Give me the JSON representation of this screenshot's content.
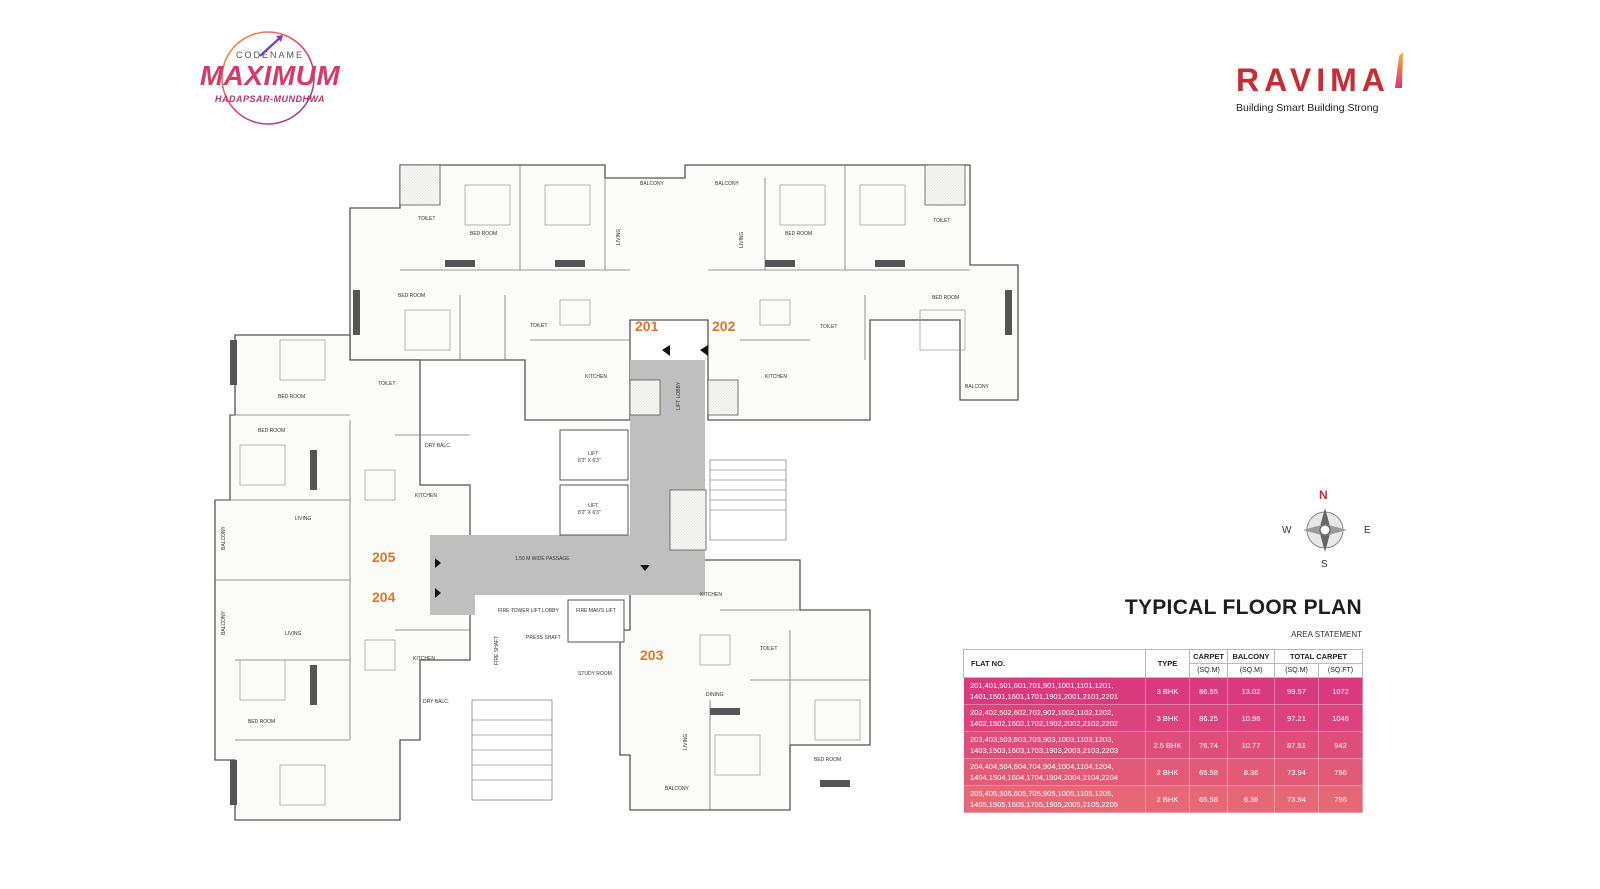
{
  "project_logo": {
    "codename": "CODENAME",
    "name": "MAXIMUM",
    "locality": "HADAPSAR-MUNDHWA",
    "colors": {
      "primary": "#d63a6b",
      "secondary": "#8a3bb0"
    }
  },
  "brand_logo": {
    "name": "RAVIMA",
    "tagline": "Building Smart Building Strong",
    "color": "#c62e35"
  },
  "floor_plan": {
    "flats": [
      "201",
      "202",
      "203",
      "204",
      "205"
    ],
    "passage_label": "1.50 M WIDE PASSAGE",
    "core": {
      "lift_label": "LIFT",
      "lift_size": "8'2\" X 6'3\"",
      "lift_lobby": "LIFT LOBBY",
      "fire_tower_lobby": "FIRE TOWER LIFT LOBBY",
      "fire_mans_lift": "FIRE MAN'S LIFT",
      "press_shaft": "PRESS SHAFT",
      "fire_shaft": "FIRE SHAFT"
    },
    "room_labels": {
      "bed_room": "BED ROOM",
      "toilet": "TOILET",
      "kitchen": "KITCHEN",
      "dining": "DINING",
      "living": "LIVING",
      "balcony": "BALCONY",
      "dry_balc": "DRY BALC.",
      "study_room": "STUDY ROOM",
      "dry_balcony": "DRY BALC"
    }
  },
  "compass": {
    "n": "N",
    "e": "E",
    "s": "S",
    "w": "W"
  },
  "title": "TYPICAL FLOOR PLAN",
  "area_statement": {
    "caption": "AREA STATEMENT",
    "headers": {
      "flat_no": "FLAT NO.",
      "type": "TYPE",
      "carpet": "CARPET",
      "balcony": "BALCONY",
      "total_carpet": "TOTAL CARPET",
      "unit_sqm": "(SQ.M)",
      "unit_sqft": "(SQ.FT)"
    },
    "rows": [
      {
        "flats_line1": "201,401,501,601,701,901,1001,1101,1201,",
        "flats_line2": "1401,1501,1601,1701,1901,2001,2101,2201",
        "type": "3 BHK",
        "carpet": "86.55",
        "balcony": "13.02",
        "total_sqm": "99.57",
        "total_sqft": "1072"
      },
      {
        "flats_line1": "202,402,502,602,702,902,1002,1102,1202,",
        "flats_line2": "1402,1502,1602,1702,1902,2002,2102,2202",
        "type": "3 BHK",
        "carpet": "86.25",
        "balcony": "10.96",
        "total_sqm": "97.21",
        "total_sqft": "1046"
      },
      {
        "flats_line1": "203,403,503,603,703,903,1003,1103,1203,",
        "flats_line2": "1403,1503,1603,1703,1903,2003,2103,2203",
        "type": "2.5 BHK",
        "carpet": "76.74",
        "balcony": "10.77",
        "total_sqm": "87.51",
        "total_sqft": "942"
      },
      {
        "flats_line1": "204,404,504,604,704,904,1004,1104,1204,",
        "flats_line2": "1404,1504,1604,1704,1904,2004,2104,2204",
        "type": "2 BHK",
        "carpet": "65.58",
        "balcony": "8.36",
        "total_sqm": "73.94",
        "total_sqft": "796"
      },
      {
        "flats_line1": "205,405,505,605,705,905,1005,1105,1205,",
        "flats_line2": "1405,1505,1605,1705,1905,2005,2105,2205",
        "type": "2 BHK",
        "carpet": "65.58",
        "balcony": "8.36",
        "total_sqm": "73.94",
        "total_sqft": "796"
      }
    ]
  }
}
